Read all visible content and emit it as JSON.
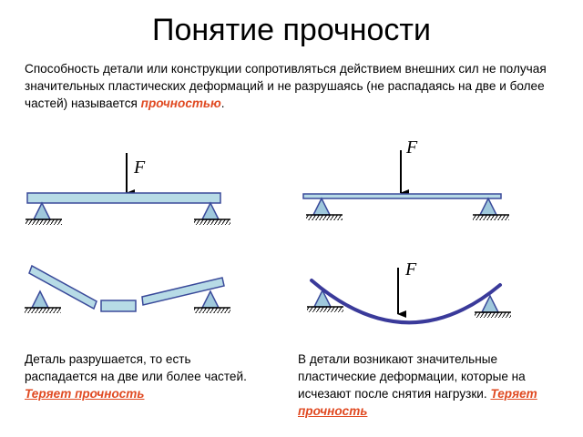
{
  "title": "Понятие прочности",
  "intro": {
    "text": "Способность детали или конструкции сопротивляться действием внешних сил не получая значительных пластических деформаций и не разрушаясь (не распадаясь на две и более частей) называется ",
    "highlight": "прочностью",
    "end": "."
  },
  "force_label": "F",
  "caption_left": {
    "text": "Деталь  разрушается, то есть распадается на две или более частей. ",
    "highlight": "Теряет прочность"
  },
  "caption_right": {
    "text": "В детали возникают значительные пластические деформации, которые на исчезают после снятия нагрузки. ",
    "highlight": "Теряет прочность"
  },
  "colors": {
    "beam_fill": "#b7dbe6",
    "beam_stroke": "#3a4a9a",
    "support_fill": "#9fc8dc",
    "highlight": "#e04a22"
  }
}
